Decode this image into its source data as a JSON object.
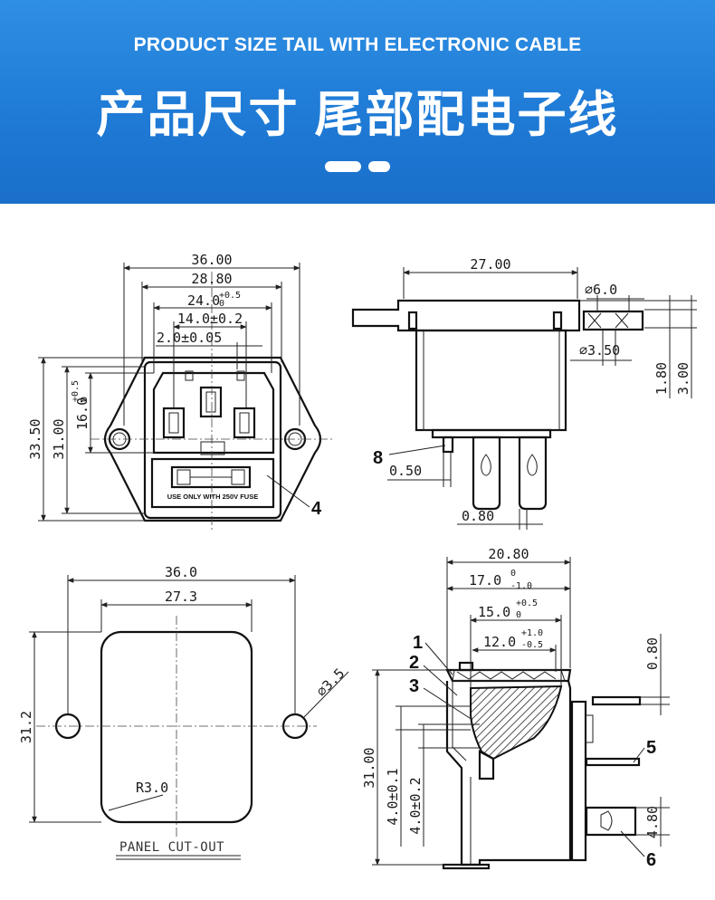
{
  "banner": {
    "title_en": "PRODUCT SIZE TAIL WITH ELECTRONIC CABLE",
    "title_cn": "产品尺寸 尾部配电子线"
  },
  "front_view": {
    "d_36": "36.00",
    "d_28_8": "28.80",
    "d_24": "24.0",
    "d_24_tol_up": "+0.5",
    "d_24_tol_dn": "0",
    "d_14": "14.0±0.2",
    "d_2": "2.0±0.05",
    "d_16": "16.0",
    "d_16_tol_up": "+0.5",
    "d_16_tol_dn": "0",
    "d_31": "31.00",
    "d_33_5": "33.50",
    "fuse_label": "USE ONLY WITH 250V FUSE",
    "callout_4": "4"
  },
  "side_view": {
    "d_27": "27.00",
    "d_phi6": "⌀6.0",
    "d_phi3_5": "⌀3.50",
    "d_1_8": "1.80",
    "d_3": "3.00",
    "d_0_5": "0.50",
    "d_0_8": "0.80",
    "callout_8": "8"
  },
  "cutout_view": {
    "d_36": "36.0",
    "d_27_3": "27.3",
    "d_31_2": "31.2",
    "d_phi3_5": "⌀3.5",
    "d_r3": "R3.0",
    "label": "PANEL CUT-OUT"
  },
  "section_view": {
    "d_20_8": "20.80",
    "d_17": "17.0",
    "d_17_tol_up": "0",
    "d_17_tol_dn": "-1.0",
    "d_15": "15.0",
    "d_15_tol_up": "+0.5",
    "d_15_tol_dn": "0",
    "d_12": "12.0",
    "d_12_tol_up": "+1.0",
    "d_12_tol_dn": "-0.5",
    "d_0_8": "0.80",
    "d_31": "31.00",
    "d_4_01": "4.0±0.1",
    "d_4_02": "4.0±0.2",
    "d_4_8": "4.80",
    "callout_1": "1",
    "callout_2": "2",
    "callout_3": "3",
    "callout_5": "5",
    "callout_6": "6"
  }
}
